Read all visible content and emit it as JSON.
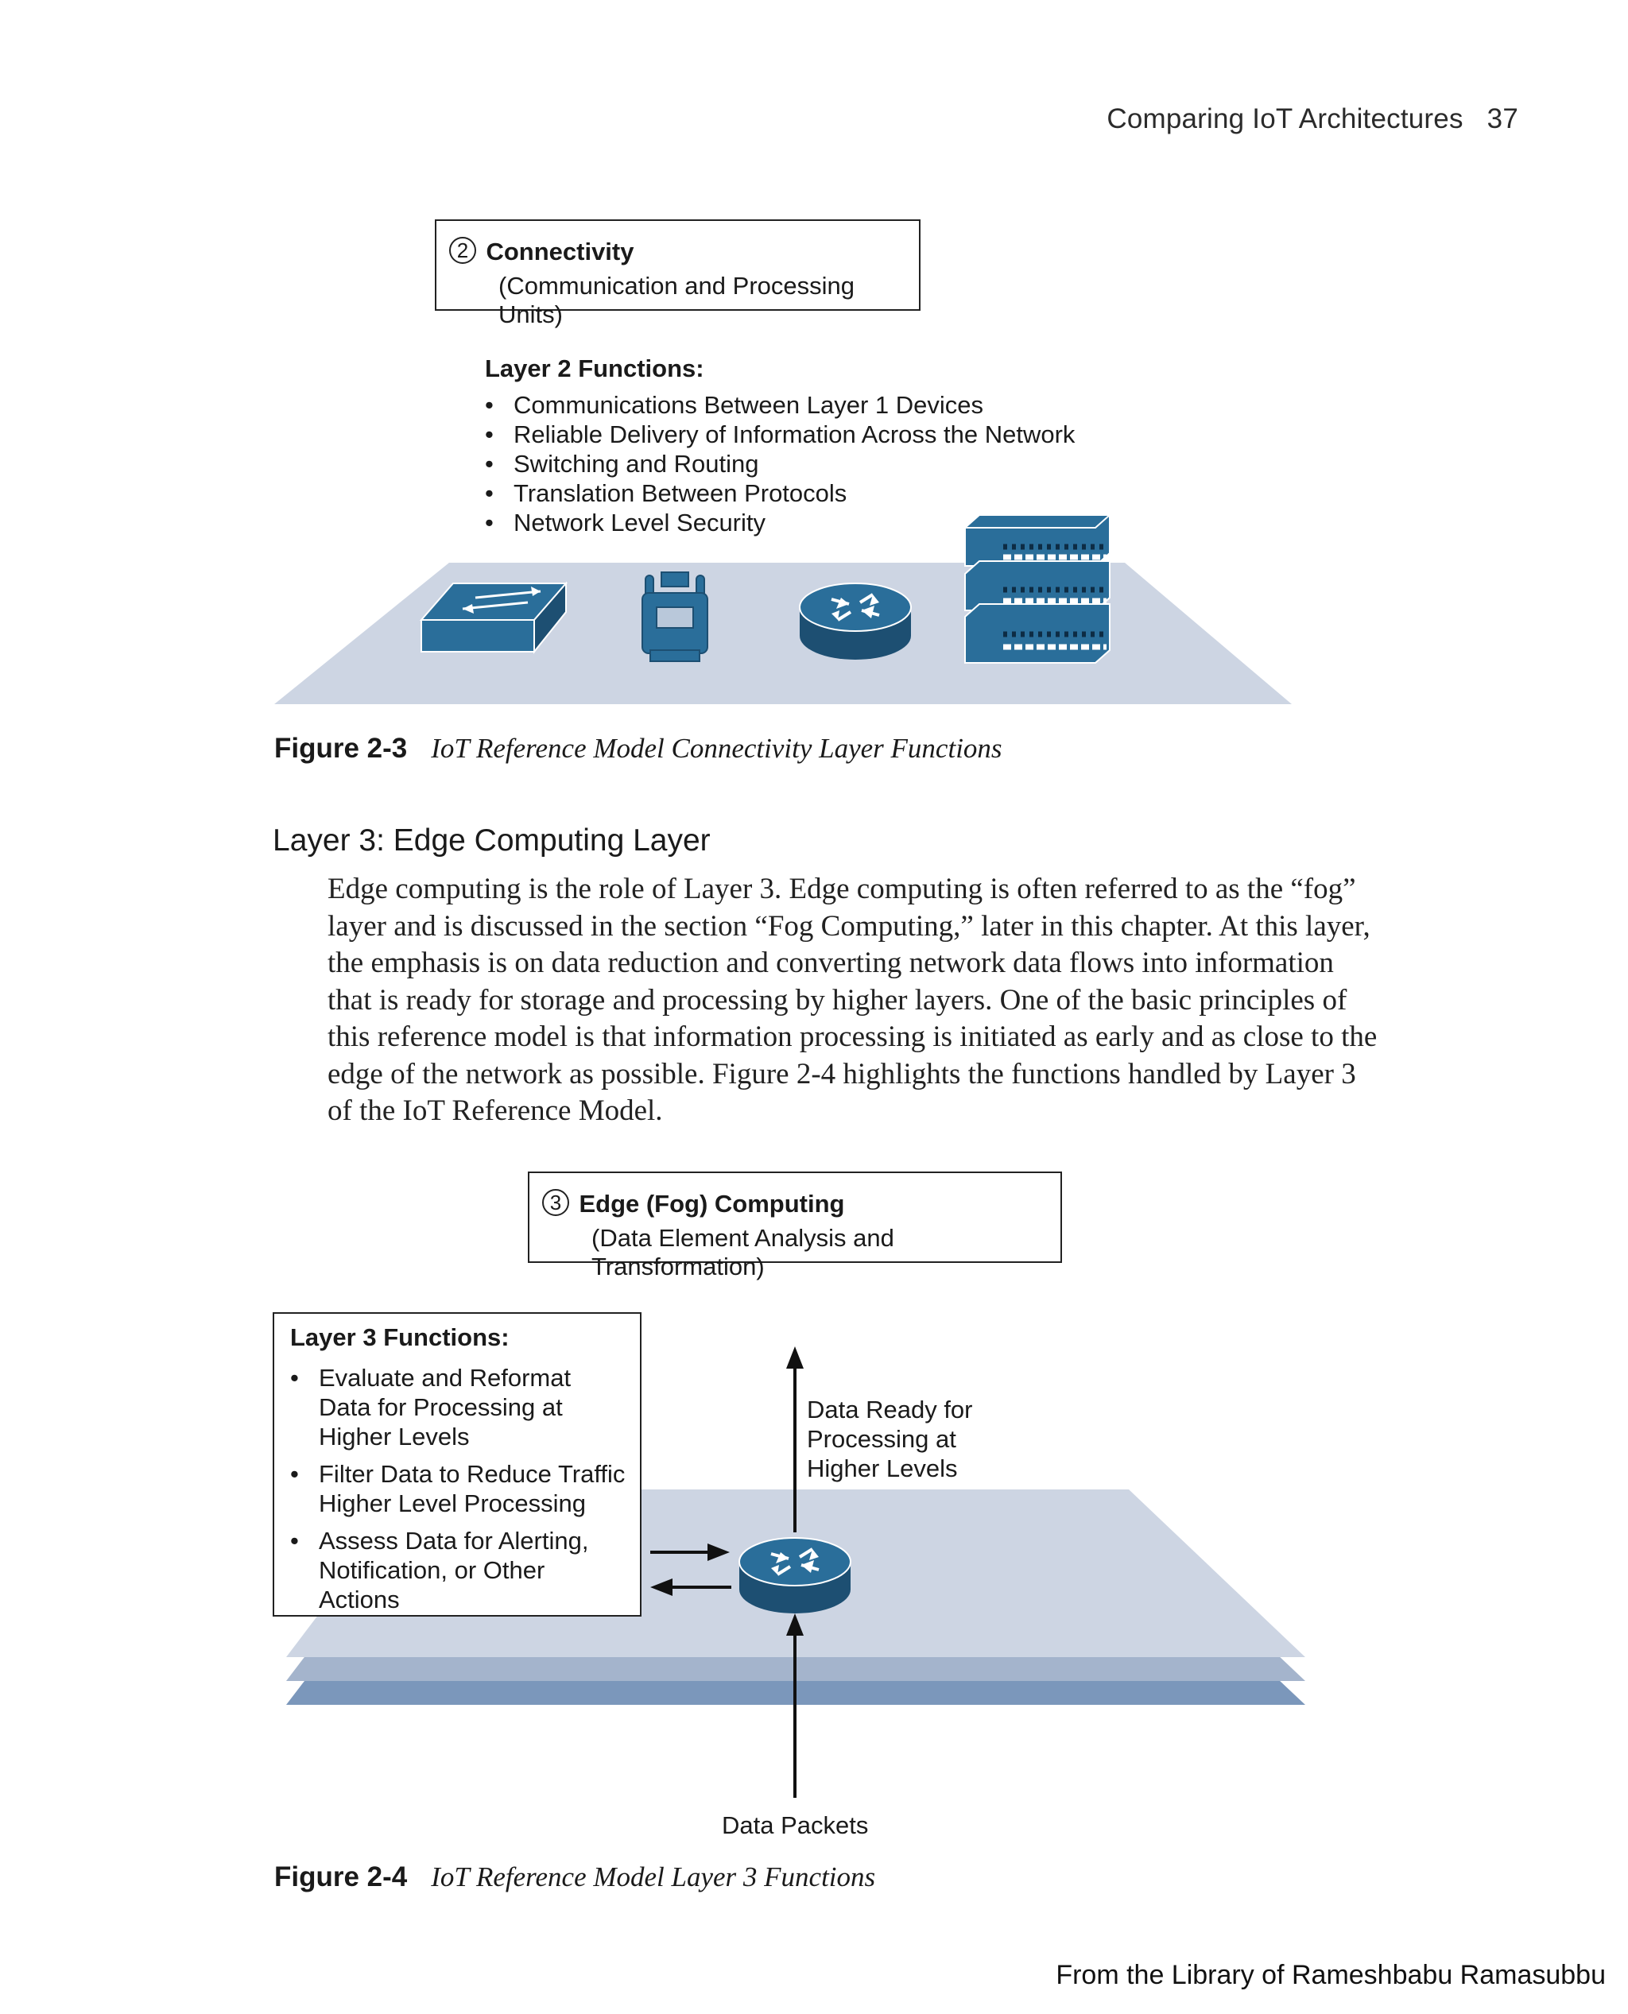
{
  "header": {
    "title": "Comparing IoT Architectures",
    "page_number": "37"
  },
  "figure_2_3": {
    "box": {
      "number": "2",
      "title": "Connectivity",
      "subtitle": "(Communication and Processing Units)"
    },
    "functions_heading": "Layer 2 Functions:",
    "functions": [
      "Communications Between Layer 1 Devices",
      "Reliable Delivery of Information Across the Network",
      "Switching and Routing",
      "Translation Between Protocols",
      "Network Level Security"
    ],
    "devices": [
      "switch-icon",
      "gateway-icon",
      "router-icon",
      "server-rack-icon"
    ],
    "caption_label": "Figure 2-3",
    "caption_title": "IoT Reference Model Connectivity Layer Functions"
  },
  "section": {
    "heading": "Layer 3: Edge Computing Layer",
    "body": "Edge computing is the role of Layer 3. Edge computing is often referred to as the “fog” layer and is discussed in the section “Fog Computing,” later in this chapter. At this layer, the emphasis is on data reduction and converting network data flows into information that is ready for storage and processing by higher layers. One of the basic principles of this reference model is that information processing is initiated as early and as close to the edge of the network as possible. Figure 2-4 highlights the functions handled by Layer 3 of the IoT Reference Model."
  },
  "figure_2_4": {
    "box": {
      "number": "3",
      "title": "Edge (Fog) Computing",
      "subtitle": "(Data Element Analysis and Transformation)"
    },
    "functions_heading": "Layer 3 Functions:",
    "functions": [
      "Evaluate and Reformat Data for Processing at Higher Levels",
      "Filter Data to Reduce Traffic Higher Level Processing",
      "Assess Data for Alerting, Notification, or Other Actions"
    ],
    "data_ready_label": "Data Ready for Processing at Higher Levels",
    "data_packets_label": "Data Packets",
    "caption_label": "Figure 2-4",
    "caption_title": "IoT Reference Model Layer 3 Functions"
  },
  "footer": {
    "credit": "From the Library of Rameshbabu Ramasubbu"
  },
  "colors": {
    "device_blue": "#2a6e9a",
    "device_dark": "#1d4f72",
    "plane_light": "#cdd5e3",
    "plane_mid": "#a4b4cc",
    "plane_dark": "#7b97bb"
  }
}
